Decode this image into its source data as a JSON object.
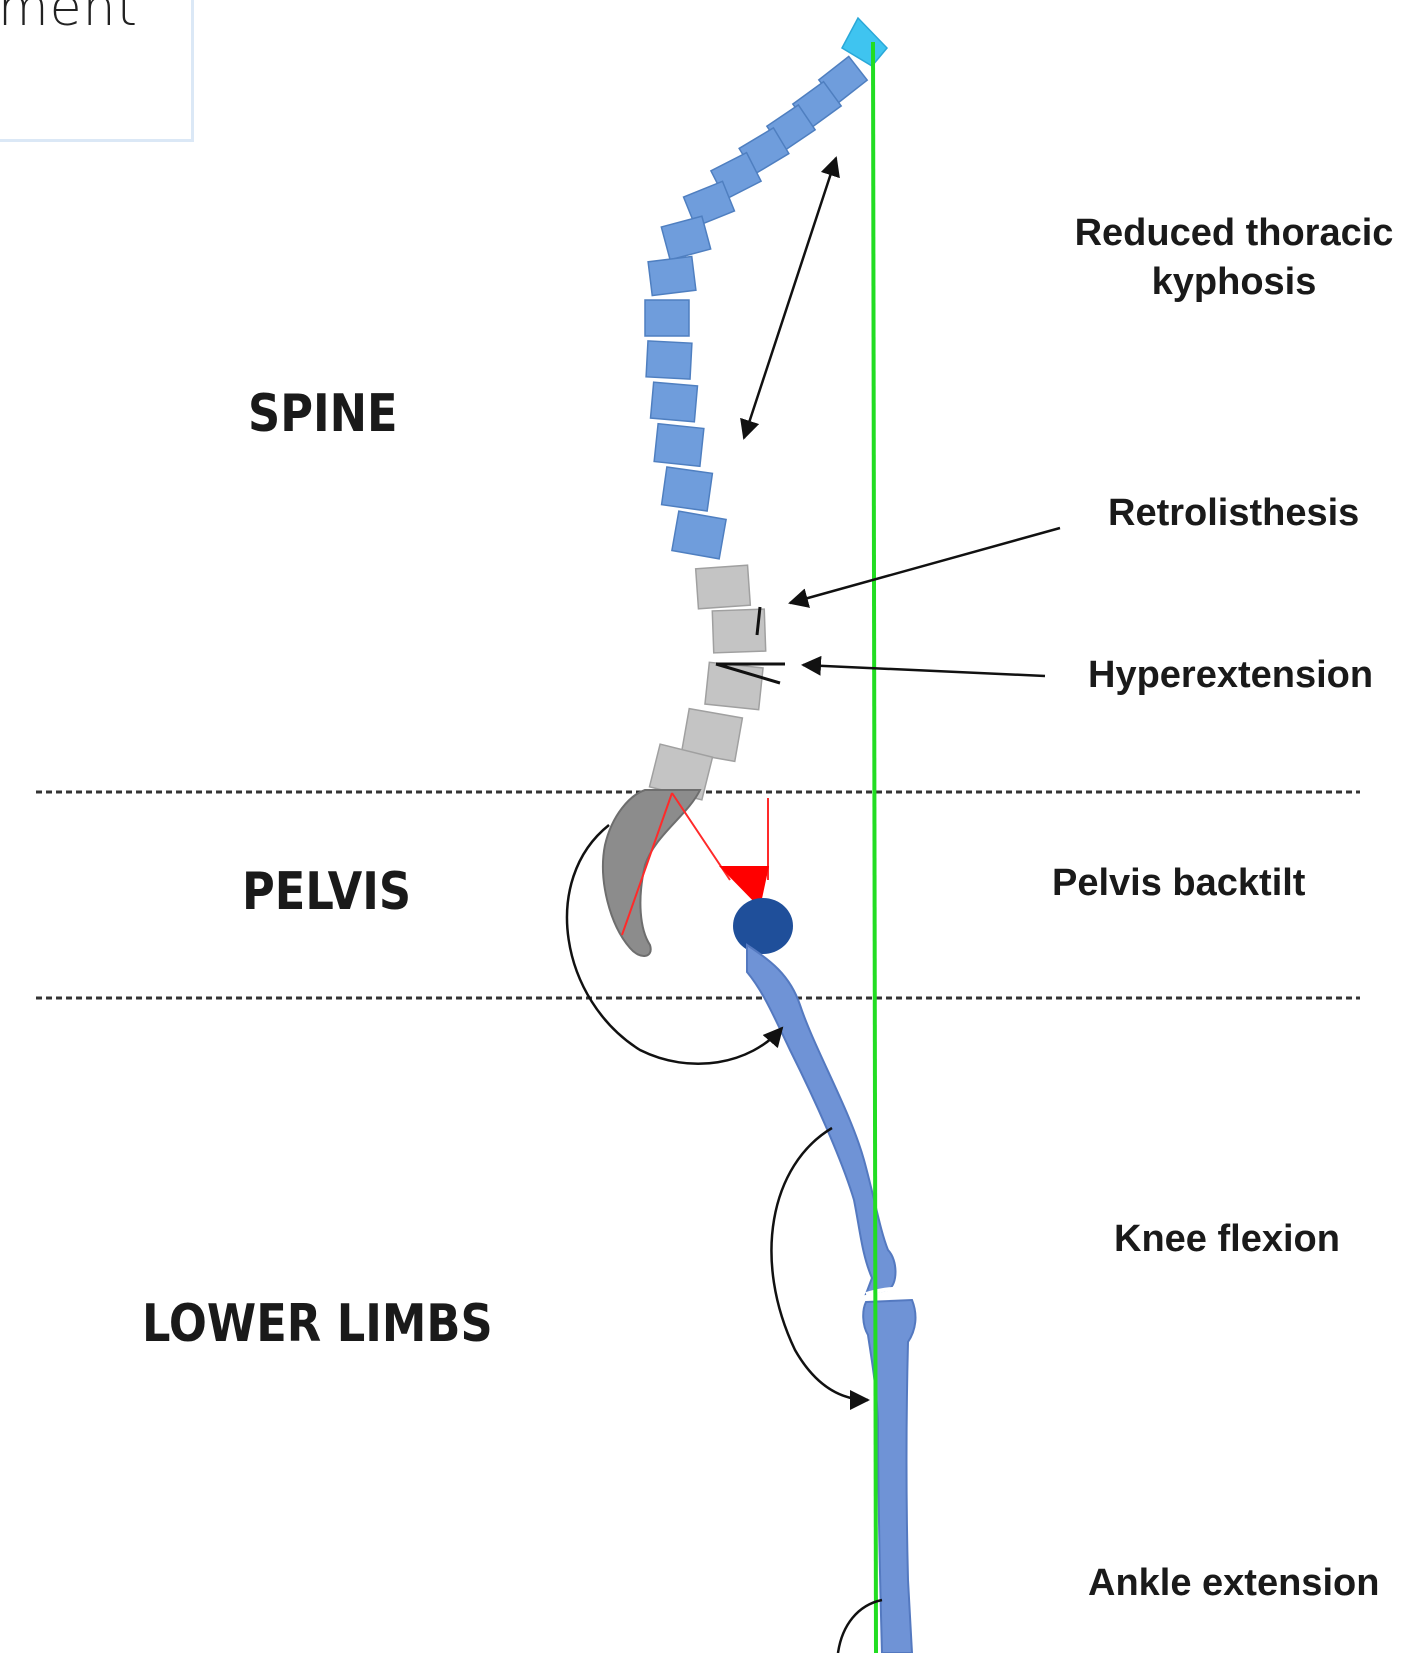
{
  "header_fragment": "ment",
  "regions": {
    "spine": "SPINE",
    "pelvis": "PELVIS",
    "lower_limbs": "LOWER LIMBS"
  },
  "annotations": {
    "thoracic_line1": "Reduced thoracic",
    "thoracic_line2": "kyphosis",
    "retrolisthesis": "Retrolisthesis",
    "hyperextension": "Hyperextension",
    "pelvis_backtilt": "Pelvis backtilt",
    "knee_flexion": "Knee flexion",
    "ankle_extension": "Ankle extension"
  },
  "colors": {
    "thoracic_vertebra": "#6f9ddc",
    "top_vertebra": "#3fc4f0",
    "lumbar_vertebra": "#c4c4c4",
    "sacrum": "#8c8c8c",
    "femoral_head": "#1f4f9a",
    "leg_bones": "#6f93d6",
    "plumb_line": "#22dd22",
    "angle_marker": "#ff0000"
  }
}
